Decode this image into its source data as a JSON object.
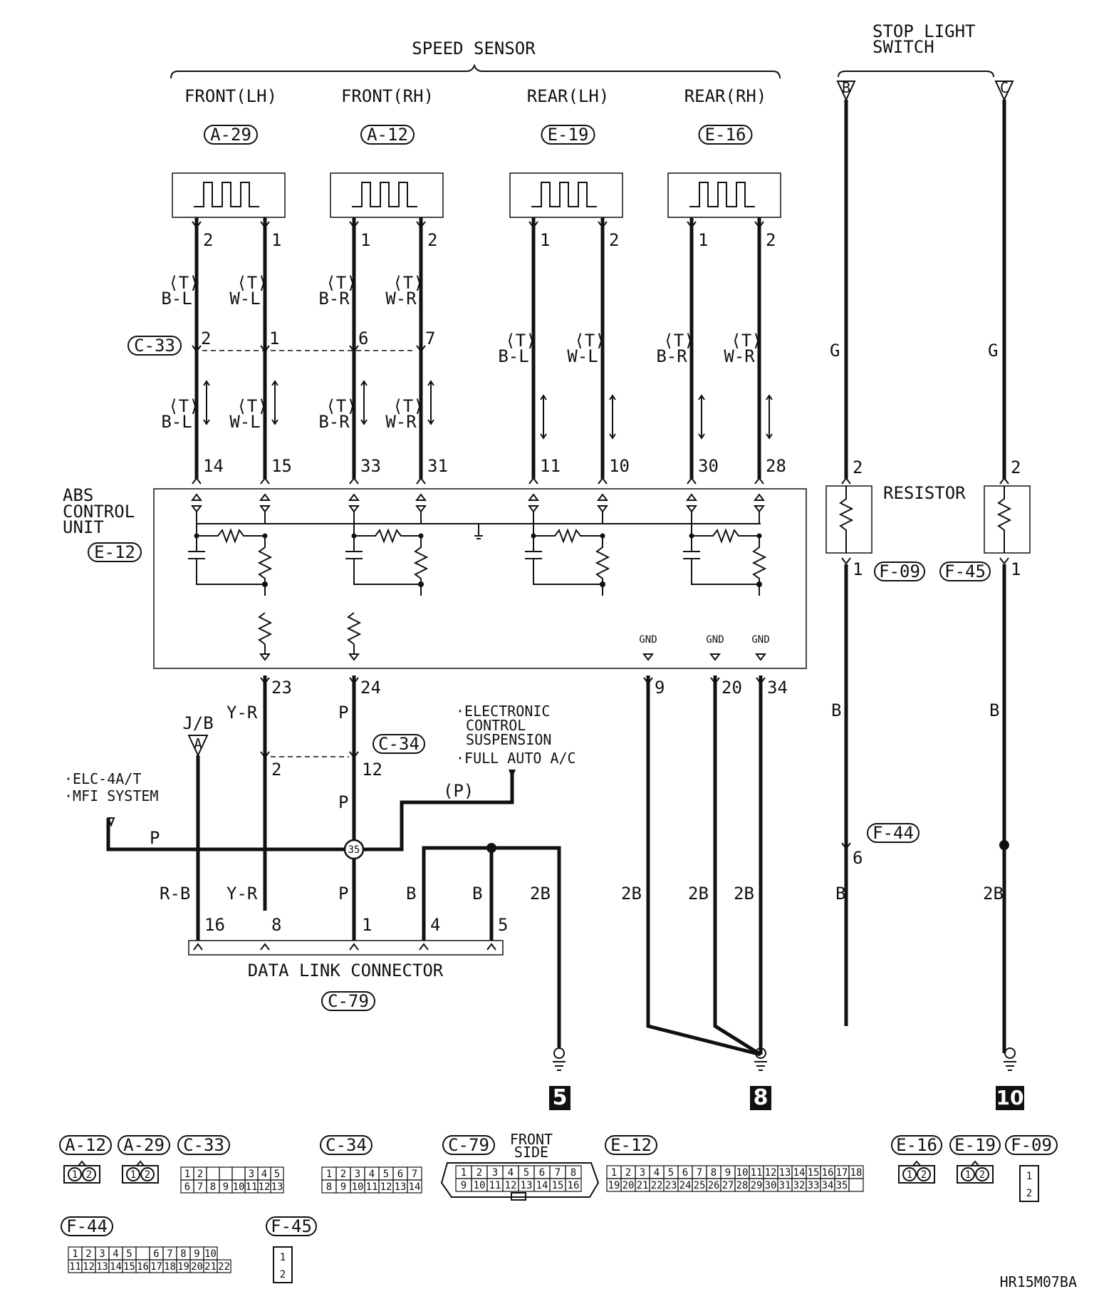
{
  "titles": {
    "speed_sensor": "SPEED SENSOR",
    "stop_light_switch_1": "STOP LIGHT",
    "stop_light_switch_2": "SWITCH",
    "abs_1": "ABS",
    "abs_2": "CONTROL",
    "abs_3": "UNIT",
    "abs_conn": "E-12",
    "resistor": "RESISTOR",
    "dlc": "DATA LINK CONNECTOR",
    "dlc_conn": "C-79",
    "c33": "C-33",
    "c34": "C-34",
    "f09": "F-09",
    "f45": "F-45",
    "f44": "F-44",
    "jb": "J/B",
    "gnd": "GND",
    "ecs_1": "·ELECTRONIC",
    "ecs_2": "CONTROL",
    "ecs_3": "SUSPENSION",
    "ecs_4": "·FULL AUTO A/C",
    "elc_1": "·ELC-4A/T",
    "elc_2": "·MFI SYSTEM",
    "p_paren": "(P)",
    "node35": "35",
    "front_side_1": "FRONT",
    "front_side_2": "SIDE",
    "code": "HR15M07BA"
  },
  "sensors": [
    {
      "name": "FRONT(LH)",
      "conn": "A-29",
      "pins": [
        "2",
        "1"
      ],
      "upper": [
        "B-L",
        "W-L"
      ],
      "c33": [
        "2",
        "1"
      ],
      "lower": [
        "B-L",
        "W-L"
      ],
      "ecu": [
        "14",
        "15"
      ]
    },
    {
      "name": "FRONT(RH)",
      "conn": "A-12",
      "pins": [
        "1",
        "2"
      ],
      "upper": [
        "B-R",
        "W-R"
      ],
      "c33": [
        "6",
        "7"
      ],
      "lower": [
        "B-R",
        "W-R"
      ],
      "ecu": [
        "33",
        "31"
      ]
    },
    {
      "name": "REAR(LH)",
      "conn": "E-19",
      "pins": [
        "1",
        "2"
      ],
      "upper": [
        "B-L",
        "W-L"
      ],
      "ecu": [
        "11",
        "10"
      ]
    },
    {
      "name": "REAR(RH)",
      "conn": "E-16",
      "pins": [
        "1",
        "2"
      ],
      "upper": [
        "B-R",
        "W-R"
      ],
      "ecu": [
        "30",
        "28"
      ]
    }
  ],
  "t_mark": "⟨T⟩",
  "switch": {
    "labels": [
      "B",
      "C"
    ],
    "wire_upper": "G",
    "resistor_top_pin": "2",
    "resistor_bottom_pin": "1",
    "wire_lower": "B",
    "f44_pin": "6",
    "wire_ground": "2B"
  },
  "ecu_out": {
    "pins": [
      "23",
      "24",
      "9",
      "20",
      "34"
    ],
    "wire_yr": "Y-R",
    "wire_p": "P",
    "c34_pins": [
      "2",
      "12"
    ]
  },
  "bottom_wires": {
    "rb": "R-B",
    "yr": "Y-R",
    "p": "P",
    "b1": "B",
    "b2": "B",
    "g5": "2B",
    "g8a": "2B",
    "g8b": "2B",
    "g8c": "2B",
    "g8d": "B"
  },
  "dlc_pins": [
    "16",
    "8",
    "1",
    "4",
    "5"
  ],
  "grounds": [
    "5",
    "8",
    "10"
  ],
  "connectors": {
    "a12": "A-12",
    "a29": "A-29",
    "c33": "C-33",
    "c34": "C-34",
    "c79": "C-79",
    "e12": "E-12",
    "e16": "E-16",
    "e19": "E-19",
    "f09": "F-09",
    "f44": "F-44",
    "f45": "F-45",
    "c33_top": [
      "1",
      "2",
      "3",
      "4",
      "5"
    ],
    "c33_bot": [
      "6",
      "7",
      "8",
      "9",
      "10",
      "11",
      "12",
      "13"
    ],
    "c34_top": [
      "1",
      "2",
      "3",
      "4",
      "5",
      "6",
      "7"
    ],
    "c34_bot": [
      "8",
      "9",
      "10",
      "11",
      "12",
      "13",
      "14"
    ],
    "c79_top": [
      "1",
      "2",
      "3",
      "4",
      "5",
      "6",
      "7",
      "8"
    ],
    "c79_bot": [
      "9",
      "10",
      "11",
      "12",
      "13",
      "14",
      "15",
      "16"
    ],
    "e12_top": [
      "1",
      "2",
      "3",
      "4",
      "5",
      "6",
      "7",
      "8",
      "9",
      "10",
      "11",
      "12",
      "13",
      "14",
      "15",
      "16",
      "17",
      "18"
    ],
    "e12_bot": [
      "19",
      "20",
      "21",
      "22",
      "23",
      "24",
      "25",
      "26",
      "27",
      "28",
      "29",
      "30",
      "31",
      "32",
      "33",
      "34",
      "35"
    ],
    "f44_top": [
      "1",
      "2",
      "3",
      "4",
      "5",
      "6",
      "7",
      "8",
      "9",
      "10"
    ],
    "f44_bot": [
      "11",
      "12",
      "13",
      "14",
      "15",
      "16",
      "17",
      "18",
      "19",
      "20",
      "21",
      "22"
    ],
    "two_pin": [
      "1",
      "2"
    ]
  }
}
